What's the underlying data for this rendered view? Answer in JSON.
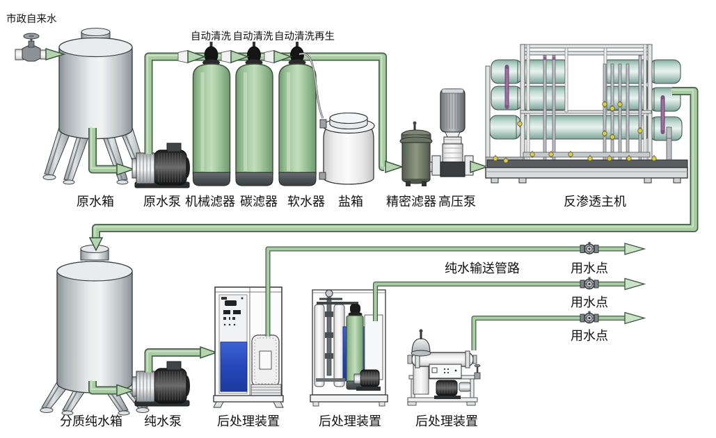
{
  "labels": {
    "municipal_supply": "市政自来水",
    "raw_tank": "原水箱",
    "raw_pump": "原水泵",
    "auto_wash_1": "自动清洗",
    "auto_wash_2": "自动清洗",
    "auto_wash_regen": "自动清洗再生",
    "mechanical_filter": "机械滤器",
    "carbon_filter": "碳滤器",
    "softener": "软水器",
    "salt_tank": "盐箱",
    "precision_filter": "精密滤器",
    "high_pressure_pump": "高压泵",
    "ro_main_unit": "反渗透主机",
    "pure_water_tank": "分质纯水箱",
    "pure_water_pump": "纯水泵",
    "post_treatment_1": "后处理装置",
    "post_treatment_2": "后处理装置",
    "post_treatment_3": "后处理装置",
    "pure_water_pipeline": "纯水输送管路",
    "use_point_1": "用水点",
    "use_point_2": "用水点",
    "use_point_3": "用水点"
  },
  "colors": {
    "pipe_green": "#a8cda3",
    "pipe_outline": "#47604a",
    "vessel_green": "#b9d8b3",
    "membrane_teal": "#cfe4de",
    "panel_blue": "#2b4fc0",
    "valve_yellow": "#d8cf52",
    "rod_purple": "#9b6fa0",
    "text": "#111111"
  }
}
